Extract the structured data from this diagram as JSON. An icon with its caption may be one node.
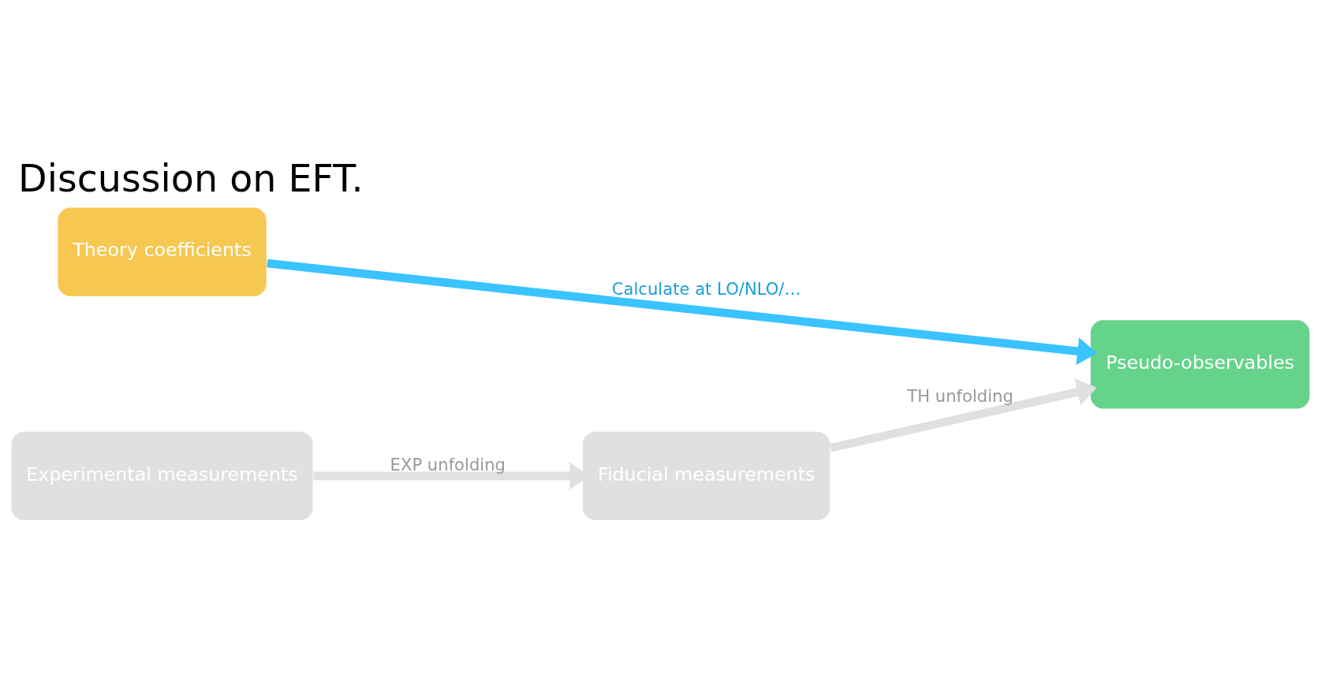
{
  "diagram": {
    "title": "Discussion on EFT.",
    "nodes": [
      {
        "text": [
          "Theory coefficients"
        ]
      },
      {
        "text": [
          "Pseudo-observables"
        ]
      },
      {
        "text": [
          "Experimental measurements"
        ]
      },
      {
        "text": [
          "Fiducial measurements"
        ]
      }
    ],
    "edges": [
      {
        "from": 0,
        "to": 1,
        "arrow": "to",
        "label": "Calculate at LO/NLO/…",
        "color": "#3ac3fe"
      },
      {
        "from": 2,
        "to": 3,
        "arrow": "to",
        "label": "EXP unfolding",
        "color": "#e0e0e0"
      },
      {
        "from": 3,
        "to": 1,
        "arrow": "to",
        "label": "TH unfolding",
        "color": "#e0e0e0"
      }
    ]
  }
}
